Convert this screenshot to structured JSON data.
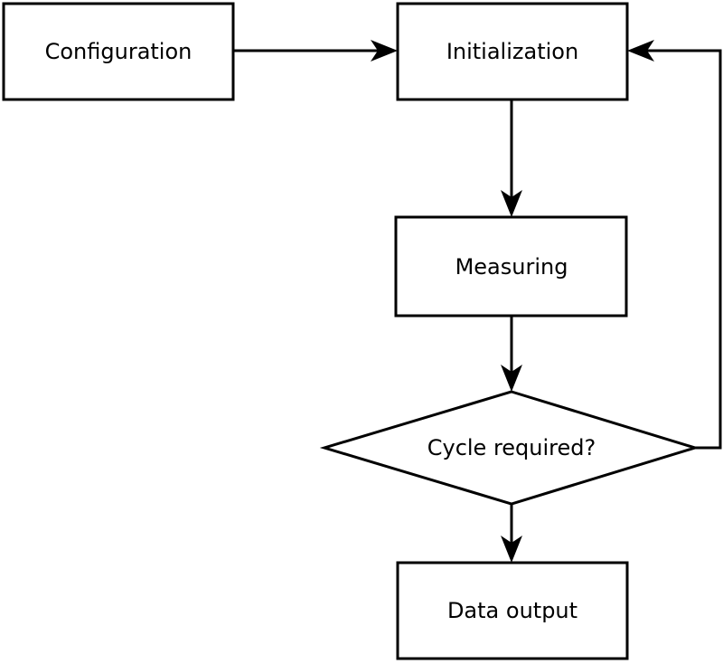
{
  "diagram": {
    "type": "flowchart",
    "background_color": "#ffffff",
    "stroke_color": "#000000",
    "text_color": "#000000",
    "nodes": {
      "configuration": {
        "label": "Configuration",
        "shape": "rectangle"
      },
      "initialization": {
        "label": "Initialization",
        "shape": "rectangle"
      },
      "measuring": {
        "label": "Measuring",
        "shape": "rectangle"
      },
      "cycle_required": {
        "label": "Cycle required?",
        "shape": "diamond"
      },
      "data_output": {
        "label": "Data output",
        "shape": "rectangle"
      }
    },
    "edges": [
      {
        "from": "configuration",
        "to": "initialization",
        "direction": "right"
      },
      {
        "from": "initialization",
        "to": "measuring",
        "direction": "down"
      },
      {
        "from": "measuring",
        "to": "cycle_required",
        "direction": "down"
      },
      {
        "from": "cycle_required",
        "to": "data_output",
        "direction": "down"
      },
      {
        "from": "cycle_required",
        "to": "initialization",
        "direction": "loop-right-up"
      }
    ]
  }
}
